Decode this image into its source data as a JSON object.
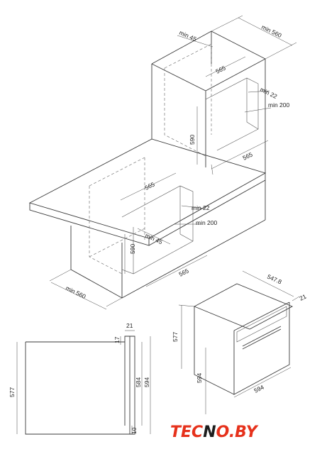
{
  "dims": {
    "tall_min_depth": "min 560",
    "tall_min_top": "min 45",
    "tall_inner_depth": "565",
    "tall_gap": "min 22",
    "tall_vent": "min 200",
    "tall_height": "590",
    "tall_width": "565",
    "low_inner_depth": "565",
    "low_gap": "min 22",
    "low_vent": "min 200",
    "low_min_top": "min 45",
    "low_height": "590",
    "low_width": "565",
    "low_min_depth": "min 560",
    "oven_depth": "547.8",
    "oven_door": "21",
    "oven_height": "577",
    "oven_front_height": "594",
    "oven_width": "594",
    "side_door": "21",
    "side_top": "17",
    "side_height": "577",
    "side_inner": "584",
    "side_total": "594",
    "side_bottom": "10"
  },
  "logo": {
    "part1": "TEC",
    "part2": "N",
    "part3": "O.BY"
  },
  "colors": {
    "logo_red": "#e6311b",
    "logo_ink": "#1d1d1d",
    "line": "#3a3a3a"
  }
}
